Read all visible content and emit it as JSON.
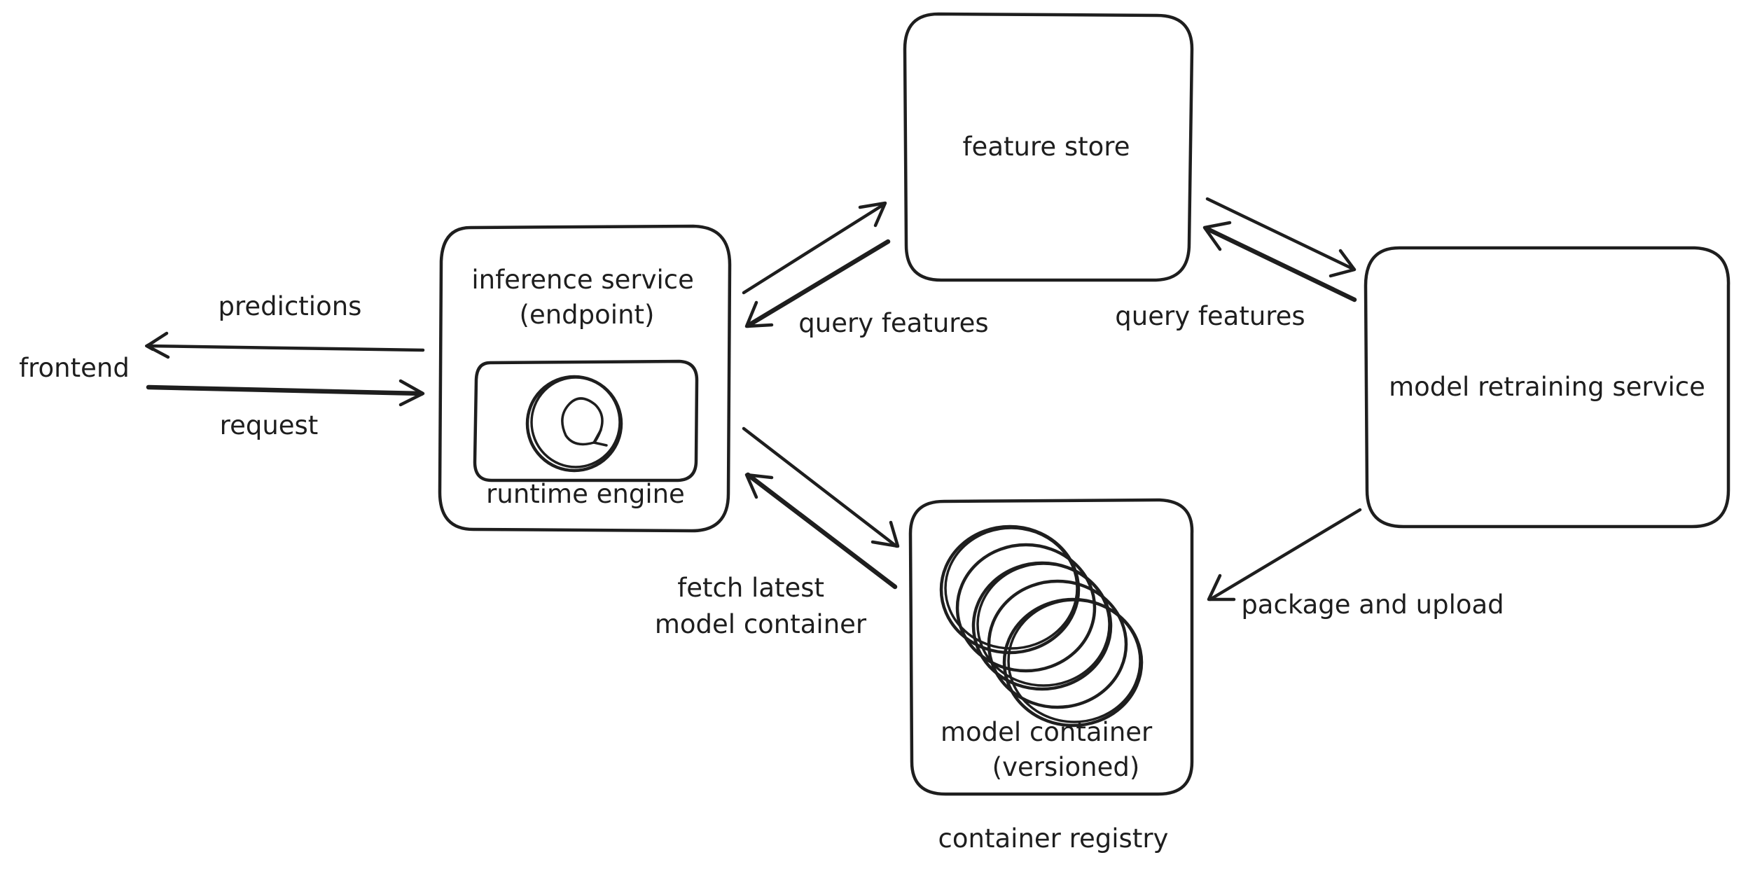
{
  "nodes": {
    "frontend": {
      "label": "frontend"
    },
    "inference_service": {
      "lines": [
        "inference service",
        "(endpoint)"
      ]
    },
    "runtime_engine": {
      "label": "runtime engine"
    },
    "feature_store": {
      "label": "feature store"
    },
    "model_retraining_service": {
      "label": "model retraining service"
    },
    "model_container": {
      "lines": [
        "model container",
        "(versioned)"
      ]
    },
    "container_registry": {
      "label": "container registry"
    }
  },
  "edges": {
    "predictions": {
      "label": "predictions"
    },
    "request": {
      "label": "request"
    },
    "query_features_inference": {
      "label": "query features"
    },
    "query_features_retraining": {
      "label": "query features"
    },
    "fetch_latest_model_container": {
      "lines": [
        "fetch latest",
        "model container"
      ]
    },
    "package_and_upload": {
      "label": "package and upload"
    }
  }
}
